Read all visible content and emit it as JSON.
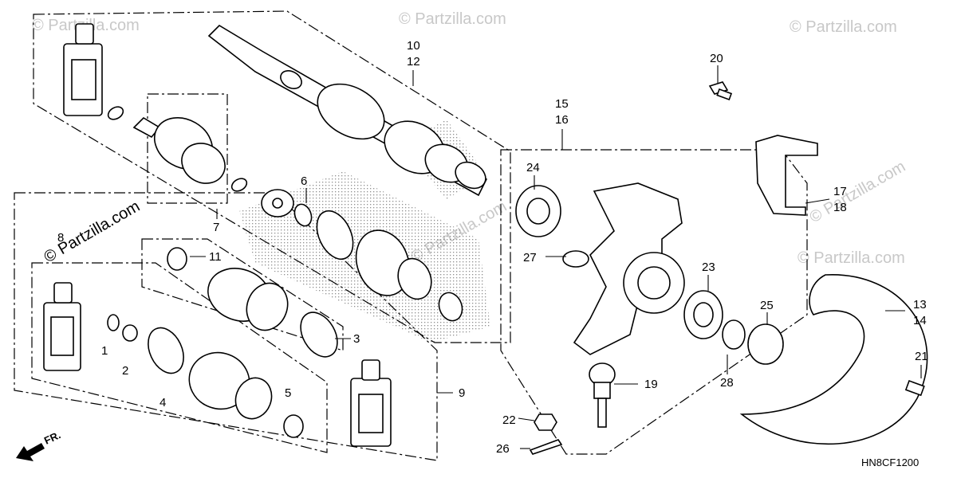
{
  "diagram": {
    "watermark": "© Partzilla.com",
    "diagram_code": "HN8CF1200",
    "front_arrow_label": "FR.",
    "callouts": [
      "1",
      "2",
      "3",
      "4",
      "5",
      "6",
      "7",
      "8",
      "9",
      "10",
      "12",
      "11",
      "13",
      "14",
      "15",
      "16",
      "17",
      "18",
      "19",
      "20",
      "21",
      "22",
      "23",
      "24",
      "25",
      "26",
      "27",
      "28"
    ]
  }
}
